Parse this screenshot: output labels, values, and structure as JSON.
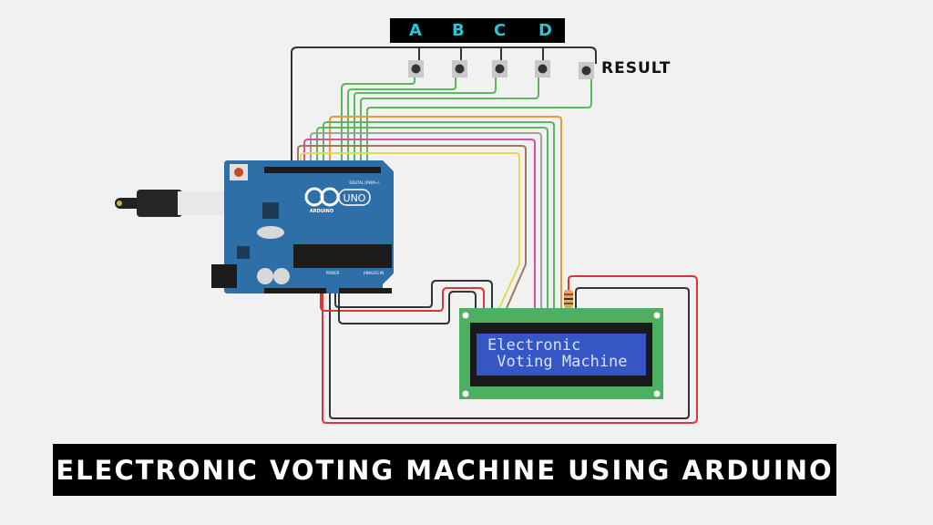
{
  "buttons": {
    "labels": [
      "A",
      "B",
      "C",
      "D"
    ],
    "result_label": "RESULT",
    "label_color": "#27c6d6"
  },
  "arduino": {
    "brand": "ARDUINO",
    "model": "UNO",
    "header_label": "DIGITAL (PWM~)",
    "power_label": "POWER",
    "analog_label": "ANALOG IN",
    "board_color": "#2f6fa8"
  },
  "lcd": {
    "line1": "Electronic",
    "line2": " Voting Machine",
    "screen_color": "#3556c4",
    "pcb_color": "#4caf62"
  },
  "wire_colors": {
    "ground": "#333333",
    "power": "#d93636",
    "buttons": "#5cb85c",
    "yellow": "#e8d84a",
    "brown": "#9a7a5e",
    "magenta": "#d64fa8",
    "gray": "#a0a0a0",
    "orange": "#e89a3c"
  },
  "title": "ELECTRONIC VOTING MACHINE USING ARDUINO"
}
